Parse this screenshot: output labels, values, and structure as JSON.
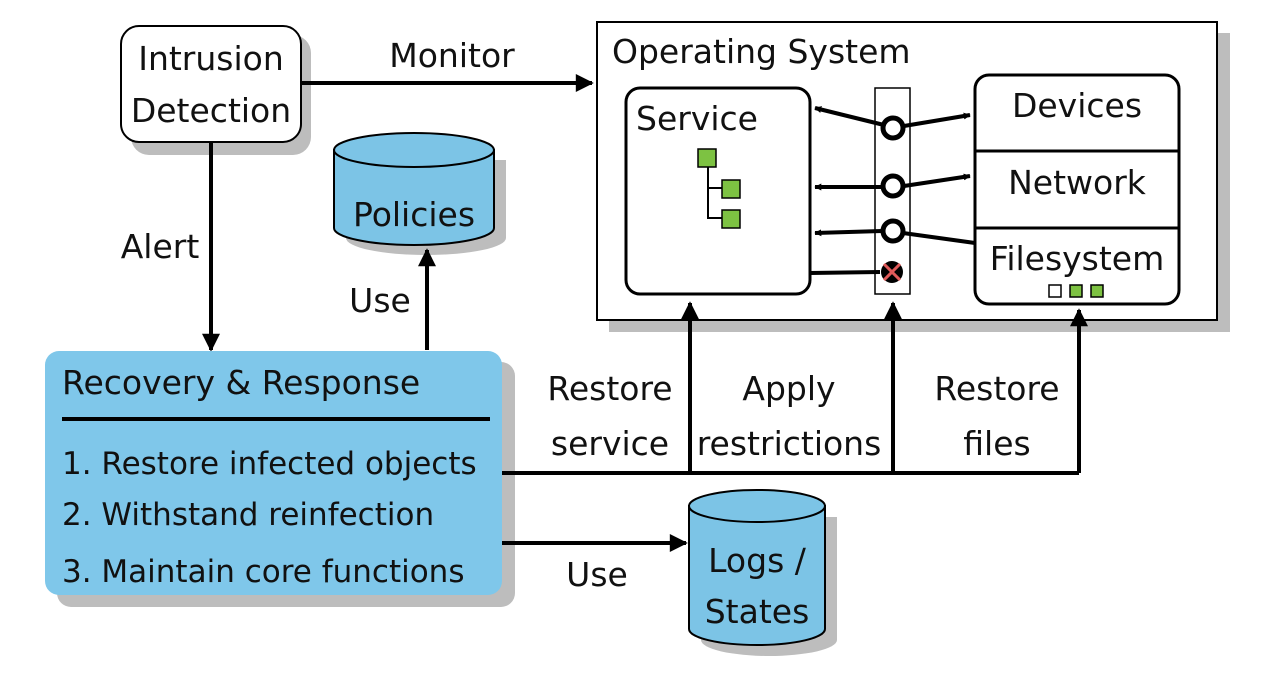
{
  "nodes": {
    "intrusion_detection": [
      "Intrusion",
      "Detection"
    ],
    "policies": "Policies",
    "operating_system": "Operating System",
    "service": "Service",
    "devices": "Devices",
    "network": "Network",
    "filesystem": "Filesystem",
    "logs_states": [
      "Logs /",
      "States"
    ]
  },
  "recovery": {
    "title": "Recovery & Response",
    "items": [
      "1.  Restore infected objects",
      "2.  Withstand reinfection",
      "3.  Maintain core functions"
    ]
  },
  "edges": {
    "monitor": "Monitor",
    "alert": "Alert",
    "use_policies": "Use",
    "use_logs": "Use",
    "restore_service": [
      "Restore",
      "service"
    ],
    "apply_restrictions": [
      "Apply",
      "restrictions"
    ],
    "restore_files": [
      "Restore",
      "files"
    ]
  },
  "colors": {
    "db_fill": "#7cc4e6",
    "recovery_fill": "#7fc7ea",
    "accent_green": "#7dc242",
    "shadow": "#bdbdbd",
    "blocked_x": "#e05a5a"
  }
}
